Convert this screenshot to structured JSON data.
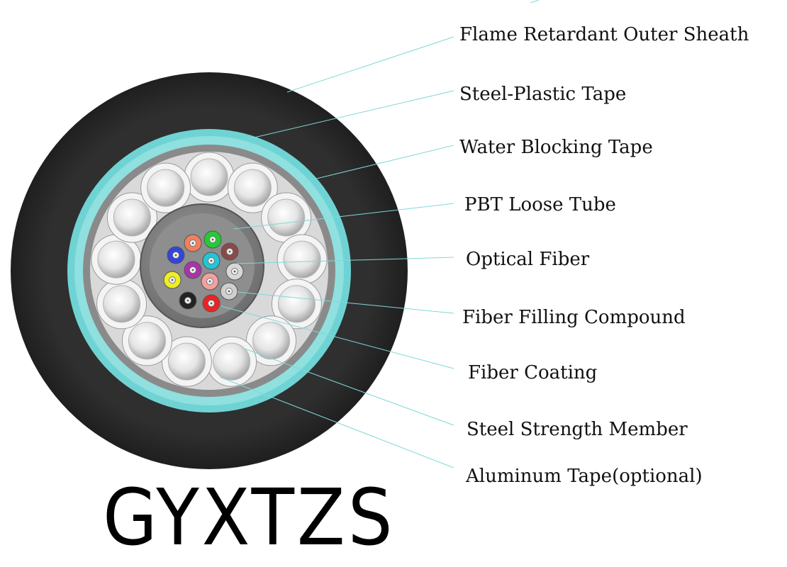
{
  "title": "GYXTZS",
  "labels": [
    "Flame Retardant  Outer Sheath",
    "Steel-Plastic Tape",
    "Water Blocking Tape",
    "PBT Loose Tube",
    "Optical Fiber",
    "Fiber Filling Compound",
    "Fiber Coating",
    "Steel Strength Member",
    "Aluminum Tape(optional)"
  ],
  "colors": {
    "outer_sheath": "#2b2b2b",
    "steel_plastic_tape": "#6fd3d4",
    "water_blocking_tape": "#8a8a8a",
    "filling_area": "#d9d9d9",
    "loose_tube": "#6a6a6a",
    "strength_member": "#f2f2f2",
    "leader_line": "#7fd9d6"
  },
  "fiber_colors": [
    "#f08060",
    "#22cc33",
    "#3344dd",
    "#8a4a4a",
    "#aa33aa",
    "#22c6d6",
    "#d8d8d8",
    "#eeee22",
    "#f2a0a0",
    "#cfcfcf",
    "#222222",
    "#ee2222"
  ]
}
